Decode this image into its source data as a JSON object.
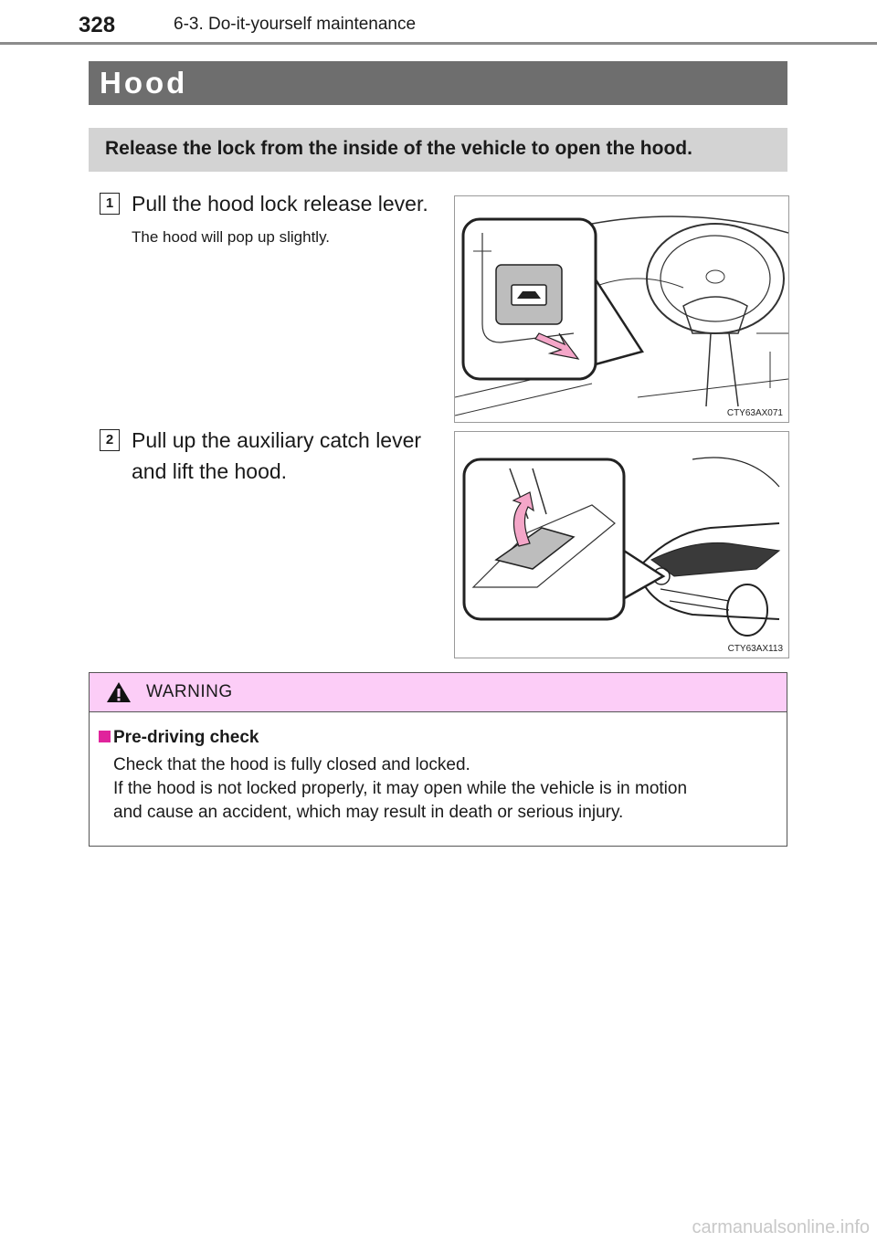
{
  "header": {
    "page_number": "328",
    "chapter": "6-3. Do-it-yourself maintenance"
  },
  "section": {
    "title": "Hood",
    "intro": "Release the lock from the inside of the vehicle to open the hood."
  },
  "steps": [
    {
      "number": "1",
      "text": "Pull the hood lock release lever.",
      "note": "The hood will pop up slightly.",
      "figure_code": "CTY63AX071"
    },
    {
      "number": "2",
      "text_line1": "Pull up the auxiliary catch lever",
      "text_line2": "and lift the hood.",
      "figure_code": "CTY63AX113"
    }
  ],
  "warning": {
    "label": "WARNING",
    "subhead": "Pre-driving check",
    "lines": [
      "Check that the hood is fully closed and locked.",
      "If the hood is not locked properly, it may open while the vehicle is in motion",
      "and cause an accident, which may result in death or serious injury."
    ],
    "accent_color": "#e0249c",
    "header_color": "#fccdf7"
  },
  "footer": {
    "watermark": "carmanualsonline.info"
  },
  "icons": [
    "warning-triangle-icon",
    "hood-release-icon",
    "arrow-pull-icon",
    "arrow-lift-icon"
  ]
}
